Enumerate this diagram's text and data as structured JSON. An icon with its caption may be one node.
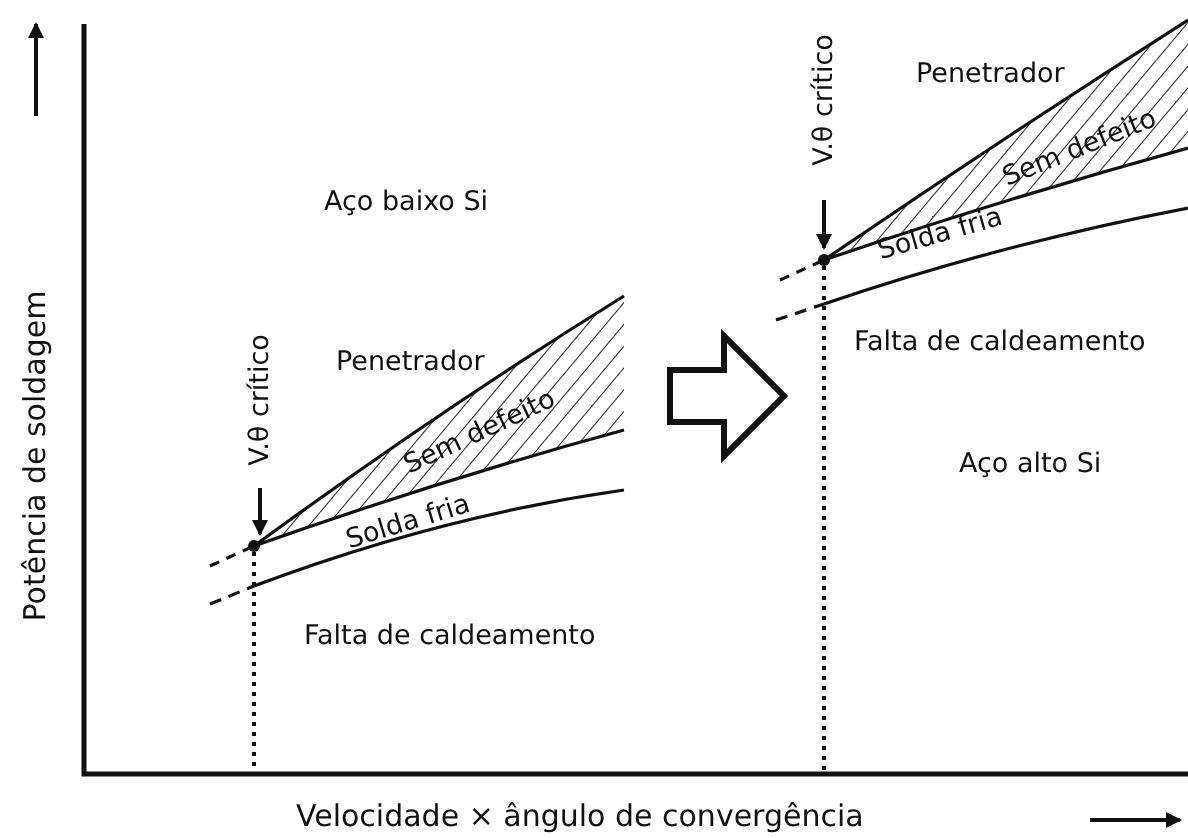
{
  "diagram": {
    "labels": [
      "Potência de soldagem",
      "Penetrador",
      "V.θ crítico",
      "Sem defeito",
      "Aço baixo Si",
      "Solda fria",
      "Falta de caldeamento",
      "V.θ crítico",
      "Penetrador",
      "Aço alto Si",
      "Sem defeito",
      "Solda fria",
      "Falta de caldeamento",
      "Velocidade × ângulo de convergência"
    ]
  }
}
